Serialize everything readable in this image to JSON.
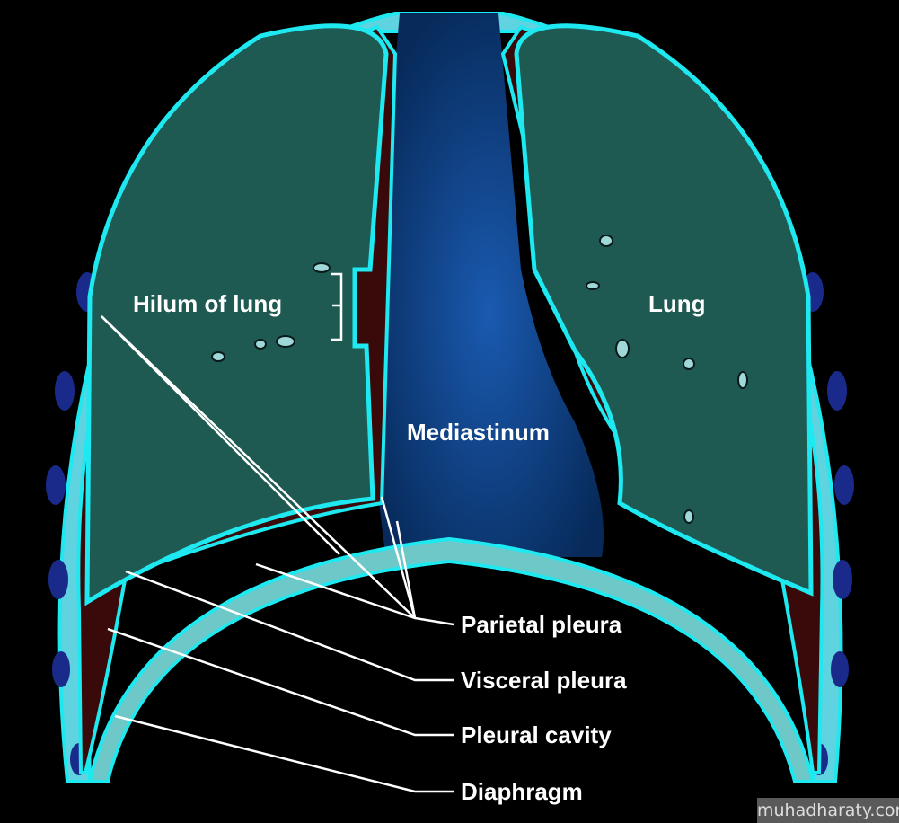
{
  "labels": {
    "hilum": "Hilum of lung",
    "lung": "Lung",
    "mediastinum": "Mediastinum",
    "parietal_pleura": "Parietal pleura",
    "visceral_pleura": "Visceral pleura",
    "pleural_cavity": "Pleural cavity",
    "diaphragm": "Diaphragm"
  },
  "watermark": "muhadharaty.com",
  "colors": {
    "background": "#000000",
    "chest_wall": "#5fd3e0",
    "pleura": "#1ee8f0",
    "lung_tissue": "#1e5a52",
    "pleural_cavity": "#3a0a0a",
    "mediastinum": "#0c3c7a",
    "rib": "#1a2a8a"
  }
}
